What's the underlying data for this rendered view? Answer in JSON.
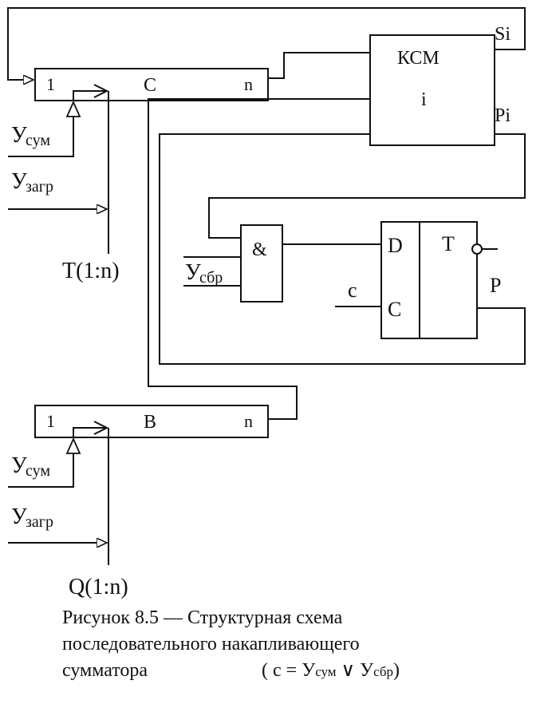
{
  "diagram": {
    "register_c": {
      "bit_first": "1",
      "name": "C",
      "bit_last": "n"
    },
    "register_b": {
      "bit_first": "1",
      "name": "B",
      "bit_last": "n"
    },
    "adder": {
      "name": "КСМ",
      "index": "i",
      "sum_out": "Si",
      "carry_out": "Pi"
    },
    "and_gate": {
      "symbol": "&"
    },
    "trigger": {
      "d": "D",
      "c": "C",
      "name": "T",
      "out": "P"
    },
    "signals": {
      "y_main": "У",
      "sum_sub": "сум",
      "load_sub": "загр",
      "reset_sub": "сбр",
      "clock": "с",
      "t_bus": "T(1:n)",
      "q_bus": "Q(1:n)"
    }
  },
  "caption": {
    "line1": "Рисунок 8.5 — Структурная   схема",
    "line2": "последовательного накапливающего",
    "line3": "сумматора",
    "formula": {
      "open": "( c = ",
      "y1": "У",
      "s1": "сум",
      "or": " ∨ ",
      "y2": "У",
      "s2": "сбр",
      "close": ")"
    }
  }
}
